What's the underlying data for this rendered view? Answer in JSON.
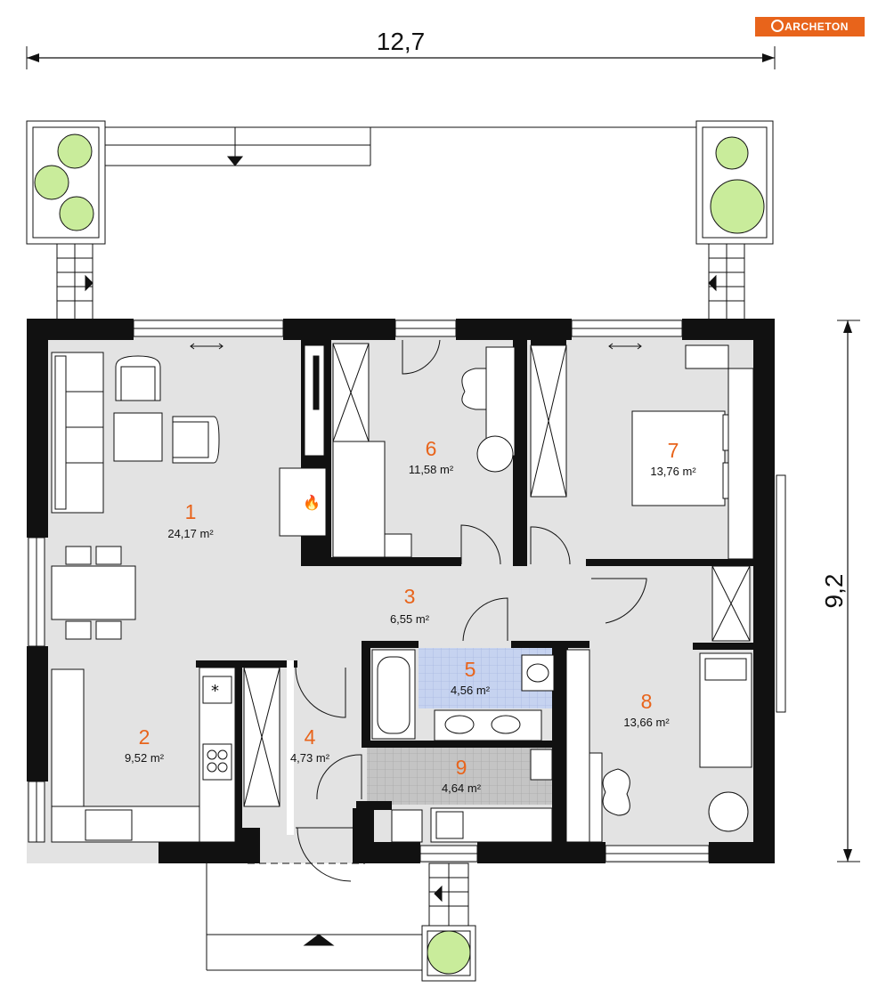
{
  "brand": {
    "logo_text": "ARCHETON",
    "accent_color": "#e8641b"
  },
  "dimensions": {
    "width": "12,7",
    "depth": "9,2"
  },
  "rooms": [
    {
      "number": "1",
      "area": "24,17 m²"
    },
    {
      "number": "2",
      "area": "9,52 m²"
    },
    {
      "number": "3",
      "area": "6,55 m²"
    },
    {
      "number": "4",
      "area": "4,73 m²"
    },
    {
      "number": "5",
      "area": "4,56 m²"
    },
    {
      "number": "6",
      "area": "11,58 m²"
    },
    {
      "number": "7",
      "area": "13,76 m²"
    },
    {
      "number": "8",
      "area": "13,66 m²"
    },
    {
      "number": "9",
      "area": "4,64 m²"
    }
  ],
  "colors": {
    "wall": "#111111",
    "floor": "#e3e3e3",
    "bathroom_tiles": "#c6d3f0",
    "utility_tiles": "#c4c4c4",
    "plant": "#c9ec9b"
  }
}
